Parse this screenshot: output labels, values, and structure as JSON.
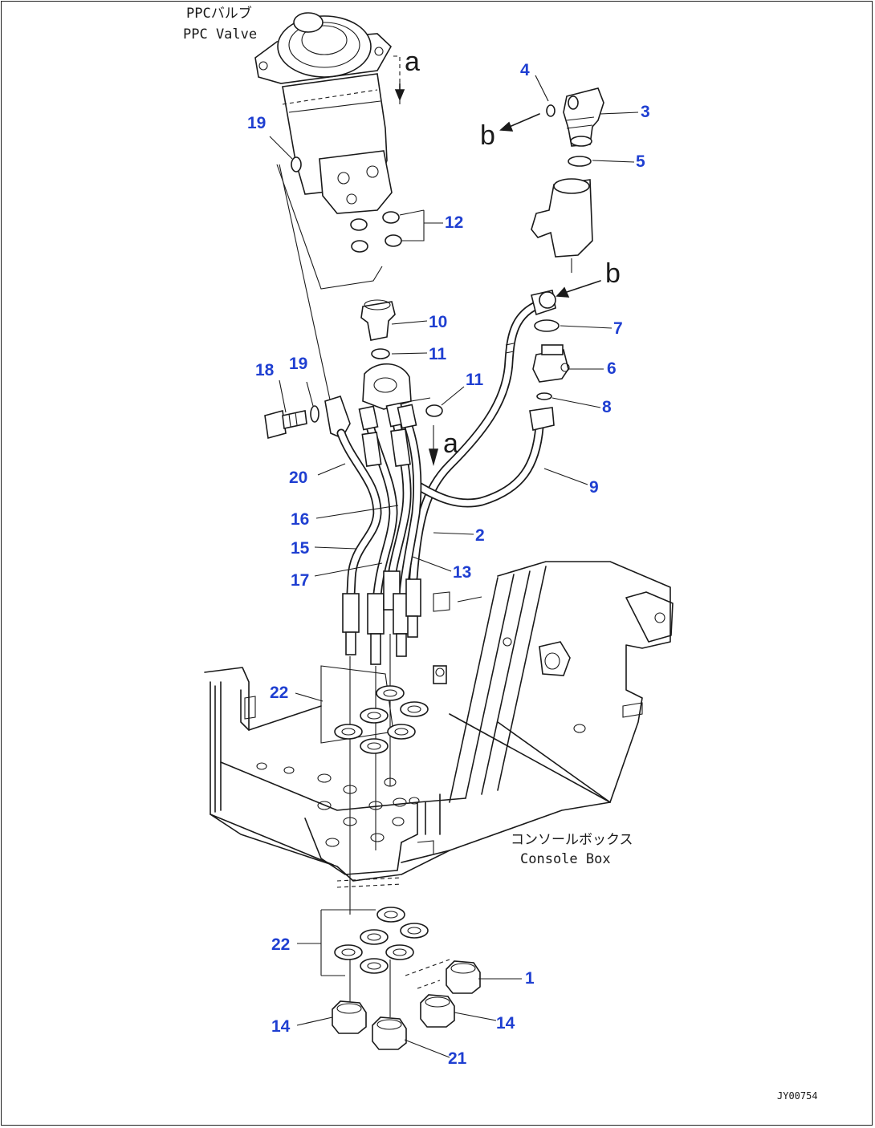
{
  "labels": {
    "ppc_jp": "PPCバルブ",
    "ppc_en": "PPC Valve",
    "console_jp": "コンソールボックス",
    "console_en": "Console Box",
    "ref_a": "a",
    "ref_b": "b",
    "drawing_code": "JY00754"
  },
  "callouts": {
    "c1": "1",
    "c2": "2",
    "c3": "3",
    "c4": "4",
    "c5": "5",
    "c6": "6",
    "c7": "7",
    "c8": "8",
    "c9": "9",
    "c10": "10",
    "c11a": "11",
    "c11b": "11",
    "c12": "12",
    "c13": "13",
    "c14a": "14",
    "c14b": "14",
    "c15": "15",
    "c16": "16",
    "c17": "17",
    "c18": "18",
    "c19a": "19",
    "c19b": "19",
    "c20": "20",
    "c21": "21",
    "c22a": "22",
    "c22b": "22"
  },
  "colors": {
    "callout": "#1f3fd1",
    "line": "#1a1a1a"
  }
}
